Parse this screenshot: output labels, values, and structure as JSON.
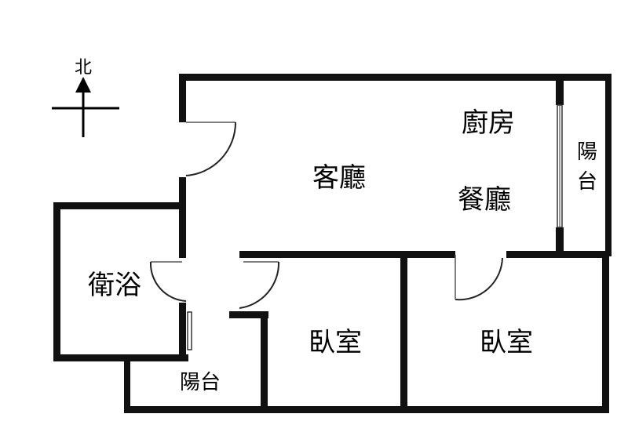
{
  "compass": {
    "north_label": "北"
  },
  "rooms": {
    "kitchen": "廚房",
    "living_room": "客廳",
    "dining_room": "餐廳",
    "balcony_east": "陽台",
    "bathroom": "衛浴",
    "bedroom_center": "臥室",
    "bedroom_right": "臥室",
    "balcony_south": "陽台"
  },
  "colors": {
    "wall": "#111111",
    "background": "#ffffff"
  }
}
